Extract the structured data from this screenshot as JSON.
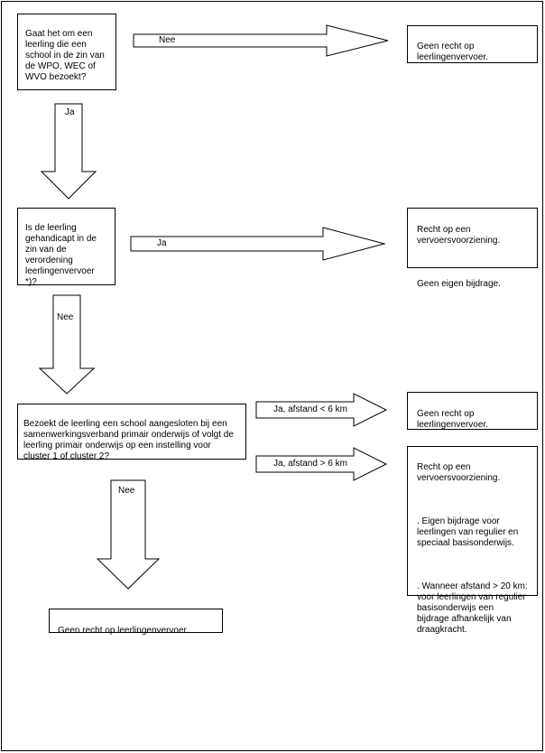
{
  "questions": {
    "q1": "Gaat het om een leerling die een school in de zin van de WPO, WEC of WVO bezoekt?",
    "q2": "Is de leerling gehandicapt in de zin van de verordening leerlingenvervoer *)?",
    "q3": "Bezoekt de leerling een school aangesloten bij een samenwerkingsverband  primair onderwijs of volgt de leerling primair onderwijs op een instelling voor cluster 1 of cluster 2?"
  },
  "arrow_labels": {
    "q1_no": "Nee",
    "q1_yes": "Ja",
    "q2_yes": "Ja",
    "q2_no": "Nee",
    "q3_yes_short": "Ja,  afstand < 6 km",
    "q3_yes_long": "Ja,  afstand > 6 km",
    "q3_no": "Nee"
  },
  "outcomes": {
    "o1": "Geen recht op leerlingenvervoer.",
    "o2_line1": "Recht op een vervoersvoorziening.",
    "o2_line2": "Geen eigen bijdrage.",
    "o3": "Geen recht op leerlingenvervoer.",
    "o4_line1": "Recht op een vervoersvoorziening.",
    "o4_line2": ". Eigen bijdrage voor leerlingen van regulier en speciaal basisonderwijs.",
    "o4_line3": ". Wanneer afstand > 20 km: voor leerlingen van regulier basisonderwijs een  bijdrage afhankelijk van draagkracht.",
    "o5": "Geen recht op leerlingenvervoer."
  }
}
